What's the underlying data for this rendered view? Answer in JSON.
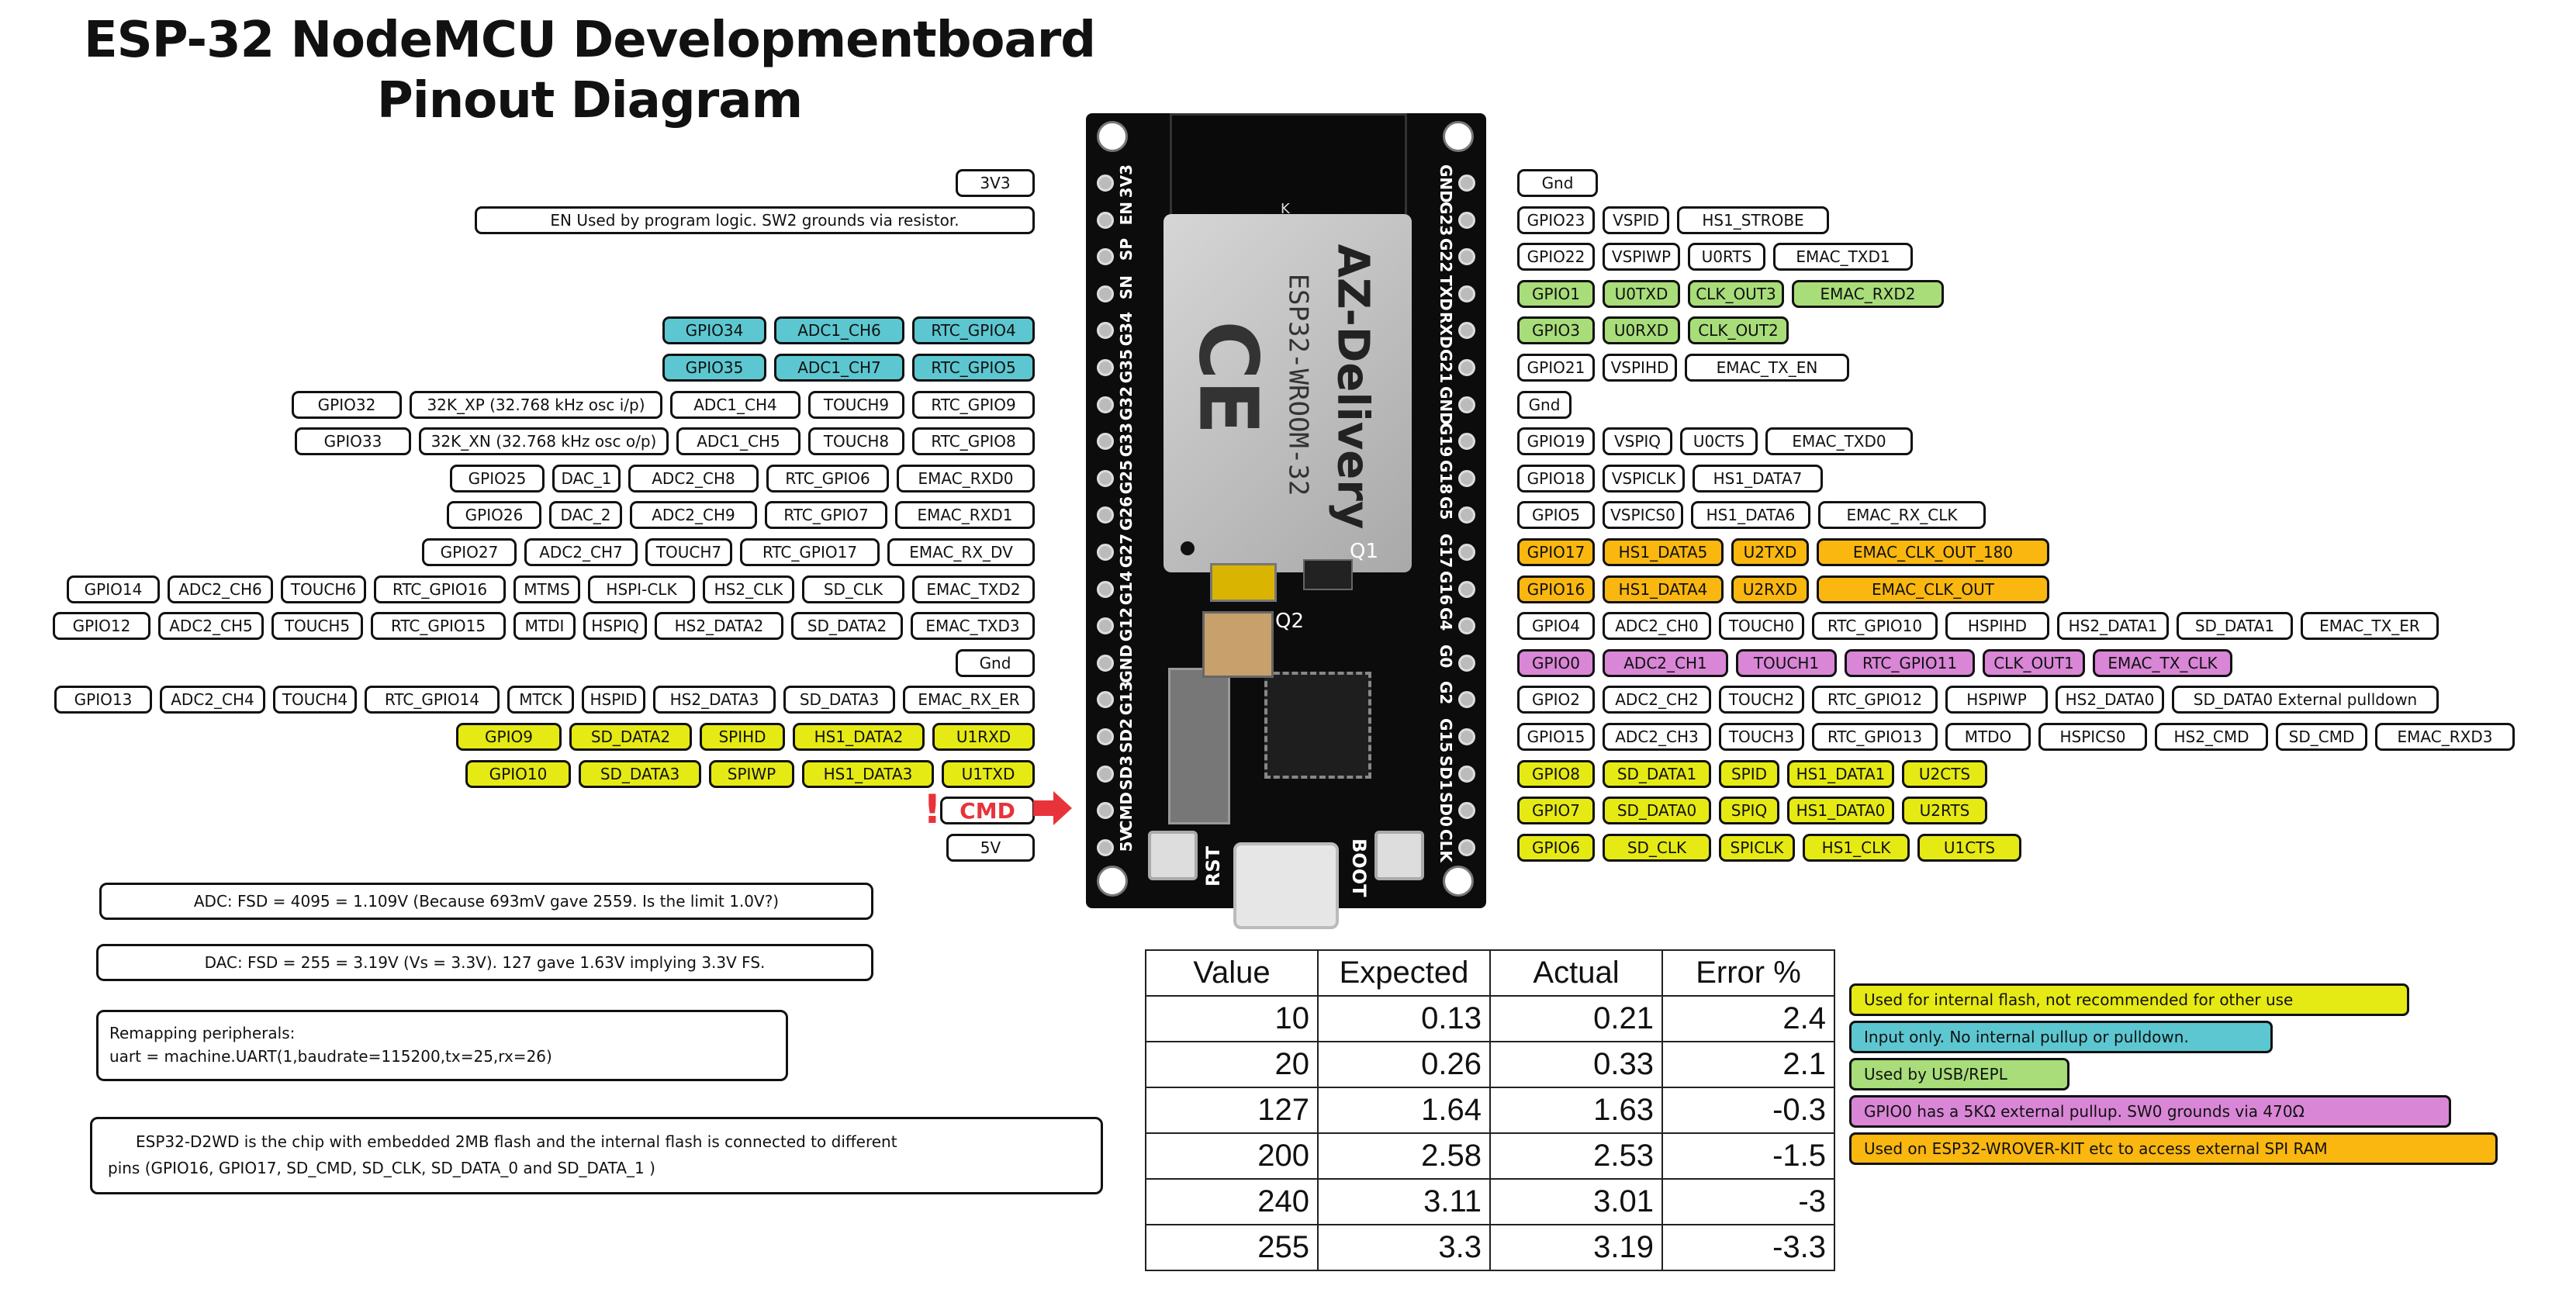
{
  "title": {
    "line1": "ESP-32 NodeMCU Developmentboard",
    "line2": "Pinout Diagram"
  },
  "colors": {
    "yellow": "#e6ea14",
    "cyan": "#5cc7d1",
    "green": "#a8dd79",
    "pink": "#d986d6",
    "orange": "#f9b710",
    "white": "#ffffff",
    "cmd_red": "#e8333a"
  },
  "left_pins": [
    {
      "label": "3V3",
      "boxes": [
        {
          "t": "3V3",
          "c": "white"
        }
      ]
    },
    {
      "label": "EN",
      "boxes": [
        {
          "t": "EN Used by program logic. SW2 grounds via resistor.",
          "c": "white"
        }
      ]
    },
    {
      "label": "SP",
      "boxes": []
    },
    {
      "label": "SN",
      "boxes": []
    },
    {
      "label": "G34",
      "boxes": [
        {
          "t": "GPIO34",
          "c": "cyan"
        },
        {
          "t": "ADC1_CH6",
          "c": "cyan"
        },
        {
          "t": "RTC_GPIO4",
          "c": "cyan"
        }
      ]
    },
    {
      "label": "G35",
      "boxes": [
        {
          "t": "GPIO35",
          "c": "cyan"
        },
        {
          "t": "ADC1_CH7",
          "c": "cyan"
        },
        {
          "t": "RTC_GPIO5",
          "c": "cyan"
        }
      ]
    },
    {
      "label": "G32",
      "boxes": [
        {
          "t": "GPIO32",
          "c": "white"
        },
        {
          "t": "32K_XP (32.768 kHz osc i/p)",
          "c": "white"
        },
        {
          "t": "ADC1_CH4",
          "c": "white"
        },
        {
          "t": "TOUCH9",
          "c": "white"
        },
        {
          "t": "RTC_GPIO9",
          "c": "white"
        }
      ]
    },
    {
      "label": "G33",
      "boxes": [
        {
          "t": "GPIO33",
          "c": "white"
        },
        {
          "t": "32K_XN (32.768 kHz osc o/p)",
          "c": "white"
        },
        {
          "t": "ADC1_CH5",
          "c": "white"
        },
        {
          "t": "TOUCH8",
          "c": "white"
        },
        {
          "t": "RTC_GPIO8",
          "c": "white"
        }
      ]
    },
    {
      "label": "G25",
      "boxes": [
        {
          "t": "GPIO25",
          "c": "white"
        },
        {
          "t": "DAC_1",
          "c": "white"
        },
        {
          "t": "ADC2_CH8",
          "c": "white"
        },
        {
          "t": "RTC_GPIO6",
          "c": "white"
        },
        {
          "t": "EMAC_RXD0",
          "c": "white"
        }
      ]
    },
    {
      "label": "G26",
      "boxes": [
        {
          "t": "GPIO26",
          "c": "white"
        },
        {
          "t": "DAC_2",
          "c": "white"
        },
        {
          "t": "ADC2_CH9",
          "c": "white"
        },
        {
          "t": "RTC_GPIO7",
          "c": "white"
        },
        {
          "t": "EMAC_RXD1",
          "c": "white"
        }
      ]
    },
    {
      "label": "G27",
      "boxes": [
        {
          "t": "GPIO27",
          "c": "white"
        },
        {
          "t": "ADC2_CH7",
          "c": "white"
        },
        {
          "t": "TOUCH7",
          "c": "white"
        },
        {
          "t": "RTC_GPIO17",
          "c": "white"
        },
        {
          "t": "EMAC_RX_DV",
          "c": "white"
        }
      ]
    },
    {
      "label": "G14",
      "boxes": [
        {
          "t": "GPIO14",
          "c": "white"
        },
        {
          "t": "ADC2_CH6",
          "c": "white"
        },
        {
          "t": "TOUCH6",
          "c": "white"
        },
        {
          "t": "RTC_GPIO16",
          "c": "white"
        },
        {
          "t": "MTMS",
          "c": "white"
        },
        {
          "t": "HSPI-CLK",
          "c": "white"
        },
        {
          "t": "HS2_CLK",
          "c": "white"
        },
        {
          "t": "SD_CLK",
          "c": "white"
        },
        {
          "t": "EMAC_TXD2",
          "c": "white"
        }
      ]
    },
    {
      "label": "G12",
      "boxes": [
        {
          "t": "GPIO12",
          "c": "white"
        },
        {
          "t": "ADC2_CH5",
          "c": "white"
        },
        {
          "t": "TOUCH5",
          "c": "white"
        },
        {
          "t": "RTC_GPIO15",
          "c": "white"
        },
        {
          "t": "MTDI",
          "c": "white"
        },
        {
          "t": "HSPIQ",
          "c": "white"
        },
        {
          "t": "HS2_DATA2",
          "c": "white"
        },
        {
          "t": "SD_DATA2",
          "c": "white"
        },
        {
          "t": "EMAC_TXD3",
          "c": "white"
        }
      ]
    },
    {
      "label": "GND",
      "boxes": [
        {
          "t": "Gnd",
          "c": "white"
        }
      ]
    },
    {
      "label": "G13",
      "boxes": [
        {
          "t": "GPIO13",
          "c": "white"
        },
        {
          "t": "ADC2_CH4",
          "c": "white"
        },
        {
          "t": "TOUCH4",
          "c": "white"
        },
        {
          "t": "RTC_GPIO14",
          "c": "white"
        },
        {
          "t": "MTCK",
          "c": "white"
        },
        {
          "t": "HSPID",
          "c": "white"
        },
        {
          "t": "HS2_DATA3",
          "c": "white"
        },
        {
          "t": "SD_DATA3",
          "c": "white"
        },
        {
          "t": "EMAC_RX_ER",
          "c": "white"
        }
      ]
    },
    {
      "label": "SD2",
      "boxes": [
        {
          "t": "GPIO9",
          "c": "yellow"
        },
        {
          "t": "SD_DATA2",
          "c": "yellow"
        },
        {
          "t": "SPIHD",
          "c": "yellow"
        },
        {
          "t": "HS1_DATA2",
          "c": "yellow"
        },
        {
          "t": "U1RXD",
          "c": "yellow"
        }
      ]
    },
    {
      "label": "SD3",
      "boxes": [
        {
          "t": "GPIO10",
          "c": "yellow"
        },
        {
          "t": "SD_DATA3",
          "c": "yellow"
        },
        {
          "t": "SPIWP",
          "c": "yellow"
        },
        {
          "t": "HS1_DATA3",
          "c": "yellow"
        },
        {
          "t": "U1TXD",
          "c": "yellow"
        }
      ]
    },
    {
      "label": "CMD",
      "boxes": [
        {
          "t": "CMD",
          "c": "white"
        }
      ]
    },
    {
      "label": "5V",
      "boxes": [
        {
          "t": "5V",
          "c": "white"
        }
      ]
    }
  ],
  "right_pins": [
    {
      "label": "GND",
      "boxes": [
        {
          "t": "Gnd",
          "c": "white"
        }
      ]
    },
    {
      "label": "G23",
      "boxes": [
        {
          "t": "GPIO23",
          "c": "white"
        },
        {
          "t": "VSPID",
          "c": "white"
        },
        {
          "t": "HS1_STROBE",
          "c": "white"
        }
      ]
    },
    {
      "label": "G22",
      "boxes": [
        {
          "t": "GPIO22",
          "c": "white"
        },
        {
          "t": "VSPIWP",
          "c": "white"
        },
        {
          "t": "U0RTS",
          "c": "white"
        },
        {
          "t": "EMAC_TXD1",
          "c": "white"
        }
      ]
    },
    {
      "label": "TXD",
      "boxes": [
        {
          "t": "GPIO1",
          "c": "green"
        },
        {
          "t": "U0TXD",
          "c": "green"
        },
        {
          "t": "CLK_OUT3",
          "c": "green"
        },
        {
          "t": "EMAC_RXD2",
          "c": "green"
        }
      ]
    },
    {
      "label": "RXD",
      "boxes": [
        {
          "t": "GPIO3",
          "c": "green"
        },
        {
          "t": "U0RXD",
          "c": "green"
        },
        {
          "t": "CLK_OUT2",
          "c": "green"
        }
      ]
    },
    {
      "label": "G21",
      "boxes": [
        {
          "t": "GPIO21",
          "c": "white"
        },
        {
          "t": "VSPIHD",
          "c": "white"
        },
        {
          "t": "EMAC_TX_EN",
          "c": "white"
        }
      ]
    },
    {
      "label": "GND",
      "boxes": [
        {
          "t": "Gnd",
          "c": "white"
        }
      ]
    },
    {
      "label": "G19",
      "boxes": [
        {
          "t": "GPIO19",
          "c": "white"
        },
        {
          "t": "VSPIQ",
          "c": "white"
        },
        {
          "t": "U0CTS",
          "c": "white"
        },
        {
          "t": "EMAC_TXD0",
          "c": "white"
        }
      ]
    },
    {
      "label": "G18",
      "boxes": [
        {
          "t": "GPIO18",
          "c": "white"
        },
        {
          "t": "VSPICLK",
          "c": "white"
        },
        {
          "t": "HS1_DATA7",
          "c": "white"
        }
      ]
    },
    {
      "label": "G5",
      "boxes": [
        {
          "t": "GPIO5",
          "c": "white"
        },
        {
          "t": "VSPICS0",
          "c": "white"
        },
        {
          "t": "HS1_DATA6",
          "c": "white"
        },
        {
          "t": "EMAC_RX_CLK",
          "c": "white"
        }
      ]
    },
    {
      "label": "G17",
      "boxes": [
        {
          "t": "GPIO17",
          "c": "orange"
        },
        {
          "t": "HS1_DATA5",
          "c": "orange"
        },
        {
          "t": "U2TXD",
          "c": "orange"
        },
        {
          "t": "EMAC_CLK_OUT_180",
          "c": "orange"
        }
      ]
    },
    {
      "label": "G16",
      "boxes": [
        {
          "t": "GPIO16",
          "c": "orange"
        },
        {
          "t": "HS1_DATA4",
          "c": "orange"
        },
        {
          "t": "U2RXD",
          "c": "orange"
        },
        {
          "t": "EMAC_CLK_OUT",
          "c": "orange"
        }
      ]
    },
    {
      "label": "G4",
      "boxes": [
        {
          "t": "GPIO4",
          "c": "white"
        },
        {
          "t": "ADC2_CH0",
          "c": "white"
        },
        {
          "t": "TOUCH0",
          "c": "white"
        },
        {
          "t": "RTC_GPIO10",
          "c": "white"
        },
        {
          "t": "HSPIHD",
          "c": "white"
        },
        {
          "t": "HS2_DATA1",
          "c": "white"
        },
        {
          "t": "SD_DATA1",
          "c": "white"
        },
        {
          "t": "EMAC_TX_ER",
          "c": "white"
        }
      ]
    },
    {
      "label": "G0",
      "boxes": [
        {
          "t": "GPIO0",
          "c": "pink"
        },
        {
          "t": "ADC2_CH1",
          "c": "pink"
        },
        {
          "t": "TOUCH1",
          "c": "pink"
        },
        {
          "t": "RTC_GPIO11",
          "c": "pink"
        },
        {
          "t": "CLK_OUT1",
          "c": "pink"
        },
        {
          "t": "EMAC_TX_CLK",
          "c": "pink"
        }
      ]
    },
    {
      "label": "G2",
      "boxes": [
        {
          "t": "GPIO2",
          "c": "white"
        },
        {
          "t": "ADC2_CH2",
          "c": "white"
        },
        {
          "t": "TOUCH2",
          "c": "white"
        },
        {
          "t": "RTC_GPIO12",
          "c": "white"
        },
        {
          "t": "HSPIWP",
          "c": "white"
        },
        {
          "t": "HS2_DATA0",
          "c": "white"
        },
        {
          "t": "SD_DATA0 External pulldown",
          "c": "white"
        }
      ]
    },
    {
      "label": "G15",
      "boxes": [
        {
          "t": "GPIO15",
          "c": "white"
        },
        {
          "t": "ADC2_CH3",
          "c": "white"
        },
        {
          "t": "TOUCH3",
          "c": "white"
        },
        {
          "t": "RTC_GPIO13",
          "c": "white"
        },
        {
          "t": "MTDO",
          "c": "white"
        },
        {
          "t": "HSPICS0",
          "c": "white"
        },
        {
          "t": "HS2_CMD",
          "c": "white"
        },
        {
          "t": "SD_CMD",
          "c": "white"
        },
        {
          "t": "EMAC_RXD3",
          "c": "white"
        }
      ]
    },
    {
      "label": "SD1",
      "boxes": [
        {
          "t": "GPIO8",
          "c": "yellow"
        },
        {
          "t": "SD_DATA1",
          "c": "yellow"
        },
        {
          "t": "SPID",
          "c": "yellow"
        },
        {
          "t": "HS1_DATA1",
          "c": "yellow"
        },
        {
          "t": "U2CTS",
          "c": "yellow"
        }
      ]
    },
    {
      "label": "SD0",
      "boxes": [
        {
          "t": "GPIO7",
          "c": "yellow"
        },
        {
          "t": "SD_DATA0",
          "c": "yellow"
        },
        {
          "t": "SPIQ",
          "c": "yellow"
        },
        {
          "t": "HS1_DATA0",
          "c": "yellow"
        },
        {
          "t": "U2RTS",
          "c": "yellow"
        }
      ]
    },
    {
      "label": "CLK",
      "boxes": [
        {
          "t": "GPIO6",
          "c": "yellow"
        },
        {
          "t": "SD_CLK",
          "c": "yellow"
        },
        {
          "t": "SPICLK",
          "c": "yellow"
        },
        {
          "t": "HS1_CLK",
          "c": "yellow"
        },
        {
          "t": "U1CTS",
          "c": "yellow"
        }
      ]
    }
  ],
  "notes": {
    "adc": "ADC: FSD = 4095 = 1.109V (Because 693mV gave 2559. Is the limit 1.0V?)",
    "dac": "DAC: FSD = 255 = 3.19V (Vs = 3.3V). 127 gave 1.63V implying 3.3V FS.",
    "remap_line1": "Remapping peripherals:",
    "remap_line2": "uart = machine.UART(1,baudrate=115200,tx=25,rx=26)",
    "esp_line1": "ESP32-D2WD is the chip with embedded 2MB flash and the internal flash is connected to different",
    "esp_line2": "pins (GPIO16, GPIO17, SD_CMD, SD_CLK, SD_DATA_0 and SD_DATA_1 )"
  },
  "table": {
    "headers": [
      "Value",
      "Expected",
      "Actual",
      "Error %"
    ],
    "rows": [
      [
        "10",
        "0.13",
        "0.21",
        "2.4"
      ],
      [
        "20",
        "0.26",
        "0.33",
        "2.1"
      ],
      [
        "127",
        "1.64",
        "1.63",
        "-0.3"
      ],
      [
        "200",
        "2.58",
        "2.53",
        "-1.5"
      ],
      [
        "240",
        "3.11",
        "3.01",
        "-3"
      ],
      [
        "255",
        "3.3",
        "3.19",
        "-3.3"
      ]
    ]
  },
  "legend": [
    {
      "t": "Used for internal flash, not recommended for other use",
      "c": "yellow"
    },
    {
      "t": "Input only. No internal pullup or pulldown.",
      "c": "cyan"
    },
    {
      "t": "Used by USB/REPL",
      "c": "green"
    },
    {
      "t": "GPIO0 has a 5KΩ external pullup. SW0 grounds via 470Ω",
      "c": "pink"
    },
    {
      "t": "Used on ESP32-WROVER-KIT etc to access external SPI RAM",
      "c": "orange"
    }
  ],
  "board": {
    "brand": "AZ-Delivery",
    "module": "ESP32-WROOM-32",
    "ce": "CE",
    "k_mark": "K",
    "btn_left": "RST",
    "btn_right": "BOOT",
    "q1": "Q1",
    "q2": "Q2"
  },
  "cmd_marker": "!"
}
